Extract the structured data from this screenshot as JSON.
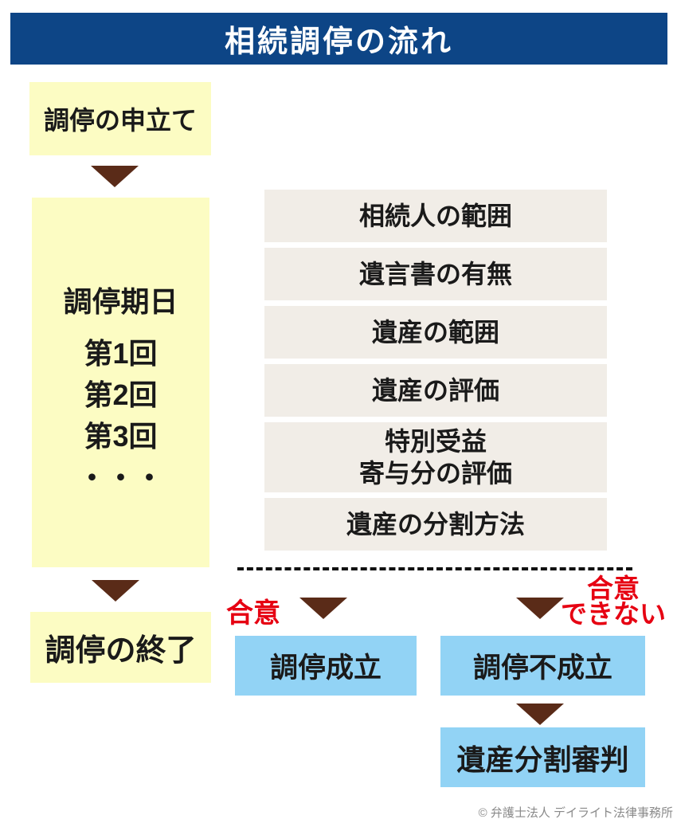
{
  "header": {
    "title": "相続調停の流れ"
  },
  "flow": {
    "petition": "調停の申立て",
    "session": {
      "title": "調停期日",
      "rounds": [
        "第1回",
        "第2回",
        "第3回",
        "・・・"
      ]
    },
    "end": "調停の終了"
  },
  "topics": [
    "相続人の範囲",
    "遺言書の有無",
    "遺産の範囲",
    "遺産の評価",
    "特別受益\n寄与分の評価",
    "遺産の分割方法"
  ],
  "branches": {
    "agree_label": "合意",
    "disagree_label": "合意\nできない",
    "success": "調停成立",
    "failure": "調停不成立",
    "judgment": "遺産分割審判"
  },
  "footer": {
    "copyright": "© 弁護士法人 デイライト法律事務所"
  },
  "colors": {
    "header_bg": "#0d4586",
    "yellow_box": "#fcfcc3",
    "topic_box": "#f1ede7",
    "blue_box": "#92d3f5",
    "arrow": "#5a2b18",
    "branch_label": "#e60012"
  }
}
